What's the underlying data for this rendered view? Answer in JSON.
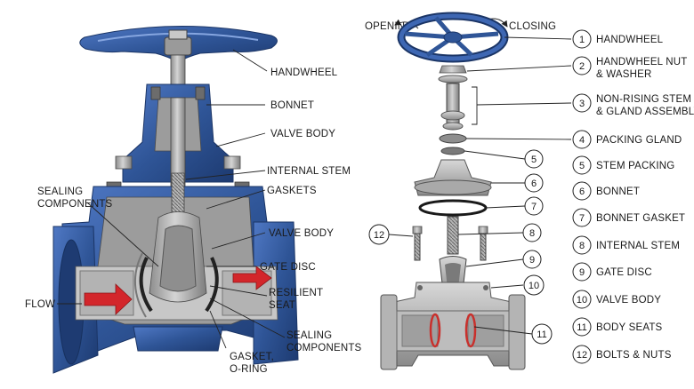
{
  "cutaway_labels": {
    "handwheel": "HANDWHEEL",
    "bonnet": "BONNET",
    "valve_body_top": "VALVE BODY",
    "internal_stem": "INTERNAL STEM",
    "gaskets": "GASKETS",
    "sealing_components_left_1": "SEALING",
    "sealing_components_left_2": "COMPONENTS",
    "valve_body_mid": "VALVE BODY",
    "gate_disc": "GATE DISC",
    "flow": "FLOW",
    "resilient_seat_1": "RESILIENT",
    "resilient_seat_2": "SEAT",
    "sealing_components_bottom_1": "SEALING",
    "sealing_components_bottom_2": "COMPONENTS",
    "gasket_oring_1": "GASKET,",
    "gasket_oring_2": "O-RING"
  },
  "exploded_labels": {
    "opening": "OPENIN",
    "closing": "CLOSING"
  },
  "legend": [
    {
      "num": "1",
      "line1": "HANDWHEEL",
      "line2": ""
    },
    {
      "num": "2",
      "line1": "HANDWHEEL NUT",
      "line2": "& WASHER"
    },
    {
      "num": "3",
      "line1": "NON-RISING STEM",
      "line2": "& GLAND ASSEMBLY"
    },
    {
      "num": "4",
      "line1": "PACKING GLAND",
      "line2": ""
    },
    {
      "num": "5",
      "line1": "STEM PACKING",
      "line2": ""
    },
    {
      "num": "6",
      "line1": "BONNET",
      "line2": ""
    },
    {
      "num": "7",
      "line1": "BONNET GASKET",
      "line2": ""
    },
    {
      "num": "8",
      "line1": "INTERNAL STEM",
      "line2": ""
    },
    {
      "num": "9",
      "line1": "GATE DISC",
      "line2": ""
    },
    {
      "num": "10",
      "line1": "VALVE BODY",
      "line2": ""
    },
    {
      "num": "11",
      "line1": "BODY SEATS",
      "line2": ""
    },
    {
      "num": "12",
      "line1": "BOLTS & NUTS",
      "line2": ""
    }
  ],
  "callouts": {
    "c5": "5",
    "c6": "6",
    "c7": "7",
    "c8": "8",
    "c9": "9",
    "c10": "10",
    "c11": "11",
    "c12": "12"
  },
  "colors": {
    "body_blue": "#2f5597",
    "metal_gray": "#a9a9a9",
    "flow_arrow_red": "#d3262b"
  }
}
